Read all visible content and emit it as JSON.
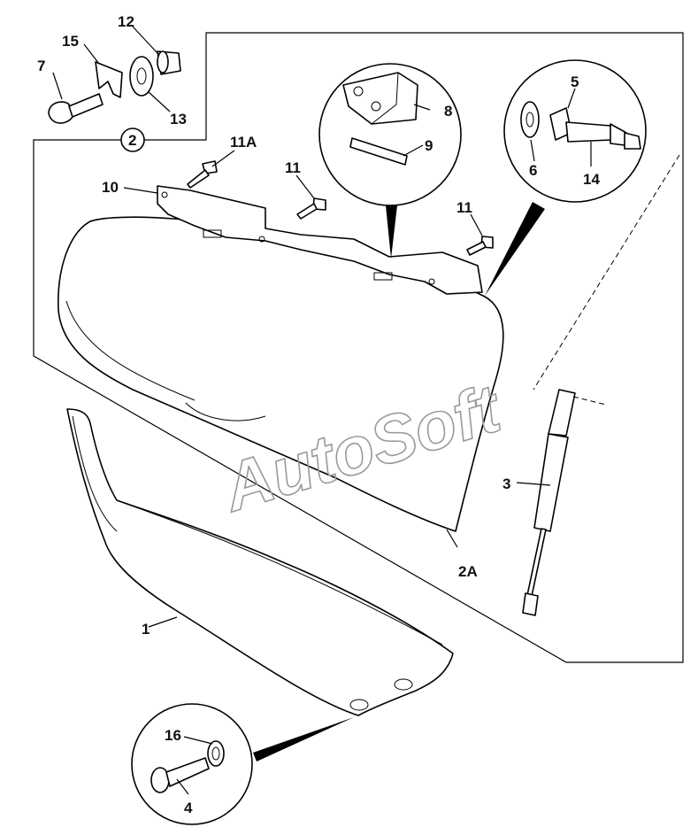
{
  "callouts": {
    "c1": "1",
    "c2": "2",
    "c2a": "2A",
    "c3": "3",
    "c4": "4",
    "c5": "5",
    "c6": "6",
    "c7": "7",
    "c8": "8",
    "c9": "9",
    "c10": "10",
    "c11a": "11A",
    "c11b": "11",
    "c11c": "11",
    "c12": "12",
    "c13": "13",
    "c14": "14",
    "c15": "15",
    "c16": "16"
  },
  "watermark": "AutoSoft"
}
